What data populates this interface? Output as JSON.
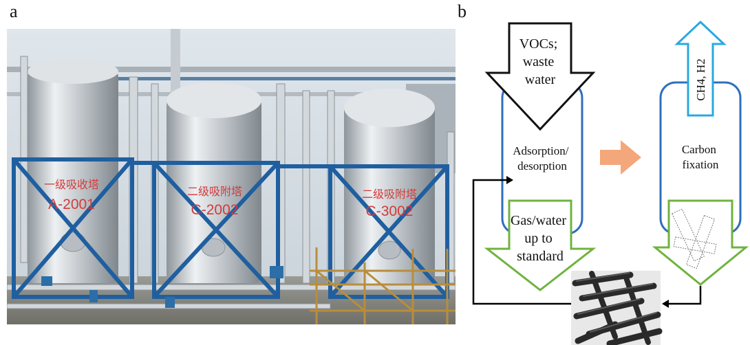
{
  "panels": {
    "a_label": "a",
    "b_label": "b"
  },
  "photo": {
    "tank_labels": [
      "A-2001",
      "C-2002",
      "C-3002"
    ],
    "tank_cn_labels": [
      "一级吸收塔",
      "二级吸附塔",
      "二级吸附塔"
    ]
  },
  "diagram": {
    "input_lines": [
      "VOCs;",
      "waste",
      "water"
    ],
    "left_column_lines": [
      "Adsorption/",
      "desorption"
    ],
    "right_column_lines": [
      "Carbon",
      "fixation"
    ],
    "output_lines": [
      "Gas/water",
      "up to",
      "standard"
    ],
    "product_label": "CH4, H2",
    "colors": {
      "column_outline": "#2e6fbd",
      "input_arrow": "#111111",
      "output_arrow": "#6fb33e",
      "product_arrow": "#2aa8e0",
      "transfer_arrow": "#f4a77a",
      "loop_line": "#000000"
    }
  }
}
